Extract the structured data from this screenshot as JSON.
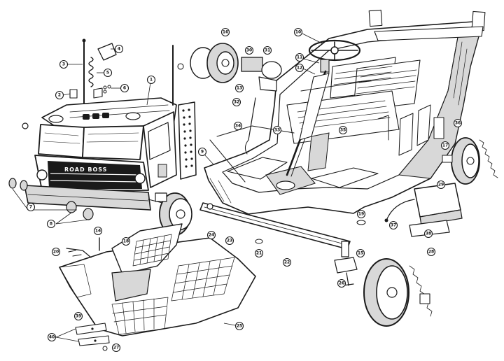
{
  "diagram": {
    "grill_text": "ROAD BOSS",
    "callouts": [
      {
        "id": "c1",
        "label": "1"
      },
      {
        "id": "c2",
        "label": "2"
      },
      {
        "id": "c3",
        "label": "3"
      },
      {
        "id": "c4",
        "label": "4"
      },
      {
        "id": "c5",
        "label": "5"
      },
      {
        "id": "c6",
        "label": "6"
      },
      {
        "id": "c7",
        "label": "7"
      },
      {
        "id": "c8",
        "label": "8"
      },
      {
        "id": "c9",
        "label": "9"
      },
      {
        "id": "c10",
        "label": "10"
      },
      {
        "id": "c11",
        "label": "11"
      },
      {
        "id": "c12",
        "label": "12"
      },
      {
        "id": "c13",
        "label": "13"
      },
      {
        "id": "c14",
        "label": "14"
      },
      {
        "id": "c15",
        "label": "15"
      },
      {
        "id": "c16",
        "label": "16"
      },
      {
        "id": "c17",
        "label": "17"
      },
      {
        "id": "c18",
        "label": "18"
      },
      {
        "id": "c19",
        "label": "19"
      },
      {
        "id": "c20",
        "label": "20"
      },
      {
        "id": "c21",
        "label": "21"
      },
      {
        "id": "c22",
        "label": "22"
      },
      {
        "id": "c23",
        "label": "23"
      },
      {
        "id": "c24",
        "label": "24"
      },
      {
        "id": "c25",
        "label": "25"
      },
      {
        "id": "c26",
        "label": "26"
      },
      {
        "id": "c27",
        "label": "27"
      },
      {
        "id": "c28",
        "label": "28"
      },
      {
        "id": "c29",
        "label": "29"
      },
      {
        "id": "c30",
        "label": "30"
      },
      {
        "id": "c31",
        "label": "31"
      },
      {
        "id": "c32",
        "label": "32"
      },
      {
        "id": "c33",
        "label": "33"
      },
      {
        "id": "c34",
        "label": "34"
      },
      {
        "id": "c35",
        "label": "35"
      },
      {
        "id": "c36",
        "label": "36"
      },
      {
        "id": "c37",
        "label": "37"
      },
      {
        "id": "c38",
        "label": "38"
      },
      {
        "id": "c39",
        "label": "39"
      },
      {
        "id": "c40",
        "label": "40"
      }
    ]
  }
}
